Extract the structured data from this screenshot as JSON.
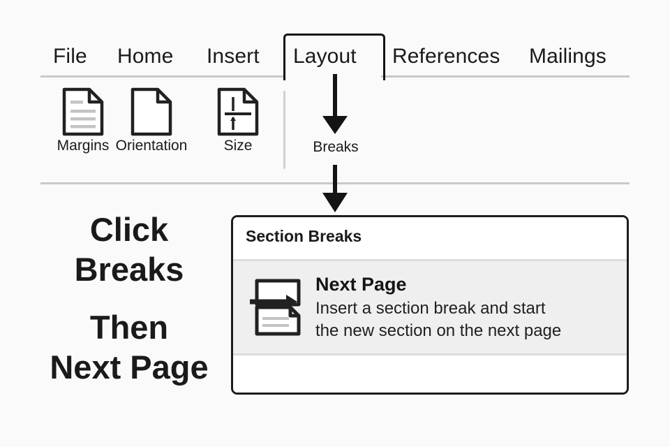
{
  "app": {
    "background_color": "#fafafa",
    "accent_color": "#1a1a1a"
  },
  "ribbon": {
    "tabs": [
      {
        "label": "File",
        "active": false,
        "name": "tab-file"
      },
      {
        "label": "Home",
        "active": false,
        "name": "tab-home"
      },
      {
        "label": "Insert",
        "active": false,
        "name": "tab-insert"
      },
      {
        "label": "Layout",
        "active": true,
        "name": "tab-layout"
      },
      {
        "label": "References",
        "active": false,
        "name": "tab-references"
      },
      {
        "label": "Mailings",
        "active": false,
        "name": "tab-mailings"
      }
    ],
    "commands": [
      {
        "label": "Margins",
        "icon": "page-lines-icon"
      },
      {
        "label": "Orientation",
        "icon": "page-blank-icon"
      },
      {
        "label": "Size",
        "icon": "page-measure-icon"
      },
      {
        "label": "Breaks",
        "icon": "none"
      }
    ]
  },
  "instructions": {
    "line1": "Click",
    "line2": "Breaks",
    "line3": "Then",
    "line4": "Next Page"
  },
  "dropdown": {
    "header": "Section Breaks",
    "items": [
      {
        "title": "Next Page",
        "description_line1": "Insert a section break and start",
        "description_line2": "the new section on the next page",
        "icon": "next-page-break-icon",
        "highlighted": true
      }
    ]
  },
  "annotations": {
    "arrow1_from": "Layout",
    "arrow1_to": "Breaks",
    "arrow2_from": "Breaks",
    "arrow2_to": "Section Breaks"
  }
}
